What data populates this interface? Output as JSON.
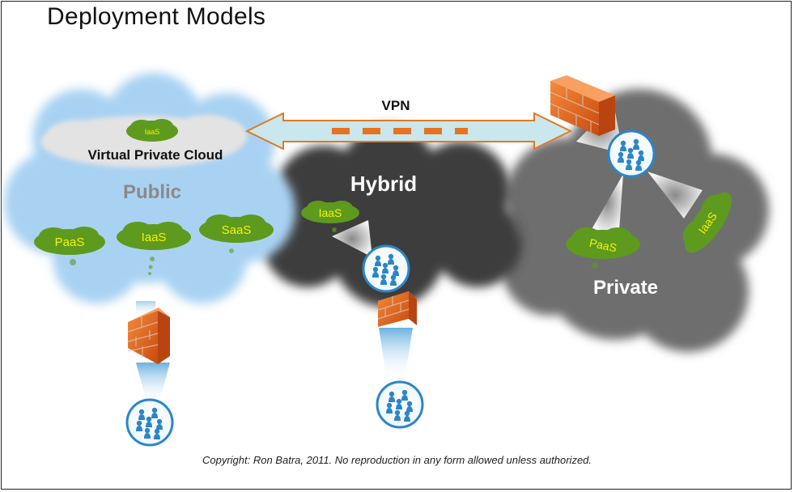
{
  "title": "Deployment Models",
  "vpn_label": "VPN",
  "clouds": {
    "public": {
      "label": "Public",
      "virtual_private_label": "Virtual Private Cloud",
      "vpc_service": "IaaS",
      "services": [
        "PaaS",
        "IaaS",
        "SaaS"
      ]
    },
    "hybrid": {
      "label": "Hybrid",
      "service": "IaaS"
    },
    "private": {
      "label": "Private",
      "services": [
        "PaaS",
        "IaaS"
      ]
    }
  },
  "copyright": "Copyright: Ron Batra, 2011. No reproduction in any form allowed unless authorized.",
  "colors": {
    "public_cloud": "#a9d2f2",
    "hybrid_cloud": "#3e3e3e",
    "private_cloud": "#6e6e6e",
    "service_cloud": "#5e9a1e",
    "service_text": "#f4f400",
    "vpn_arrow": "#c9e7ec",
    "vpn_border": "#e07a22",
    "firewall": "#e56a1e",
    "users_icon": "#2a86c8"
  }
}
